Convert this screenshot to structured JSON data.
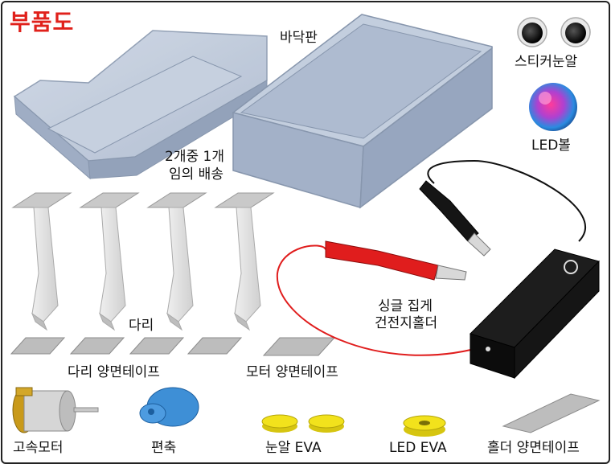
{
  "title": "부품도",
  "colors": {
    "title": "#e0211b",
    "plastic": "#b7c3d6",
    "leg": "#dedede",
    "tape": "#bfbfbf",
    "eva": "#f2e21c",
    "rotor": "#3e8fd6",
    "wire": "#e01d1d",
    "holder": "#121212"
  },
  "labels": {
    "base_plate": "바닥판",
    "sticker_eye": "스티커눈알",
    "led_ball": "LED볼",
    "random_note_line1": "2개중 1개",
    "random_note_line2": "임의 배송",
    "legs": "다리",
    "battery_holder_line1": "싱글 집게",
    "battery_holder_line2": "건전지홀더",
    "leg_tape": "다리 양면테이프",
    "motor_tape": "모터 양면테이프",
    "motor": "고속모터",
    "eccentric_weight": "편축",
    "eye_eva": "눈알 EVA",
    "led_eva": "LED EVA",
    "holder_tape": "홀더 양면테이프"
  }
}
